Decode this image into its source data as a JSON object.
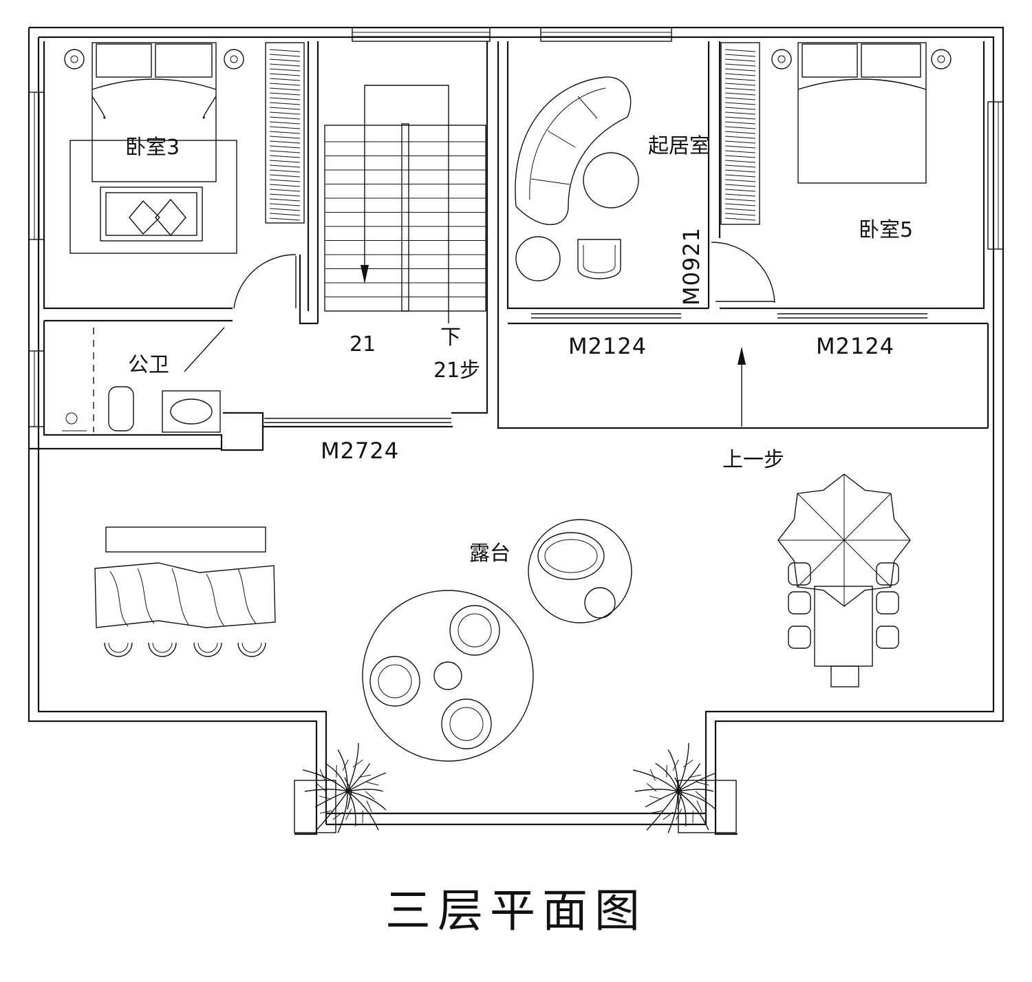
{
  "plan_title": "三层平面图",
  "rooms": {
    "bedroom3": "卧室3",
    "bedroom5": "卧室5",
    "living": "起居室",
    "bathroom": "公卫",
    "terrace": "露台"
  },
  "stair": {
    "count": "21",
    "down": "下",
    "steps": "21步"
  },
  "doors": {
    "living_side": "M0921",
    "living_front": "M2124",
    "bedroom5_front": "M2124",
    "hall_front": "M2724"
  },
  "terrace_step": "上一步"
}
